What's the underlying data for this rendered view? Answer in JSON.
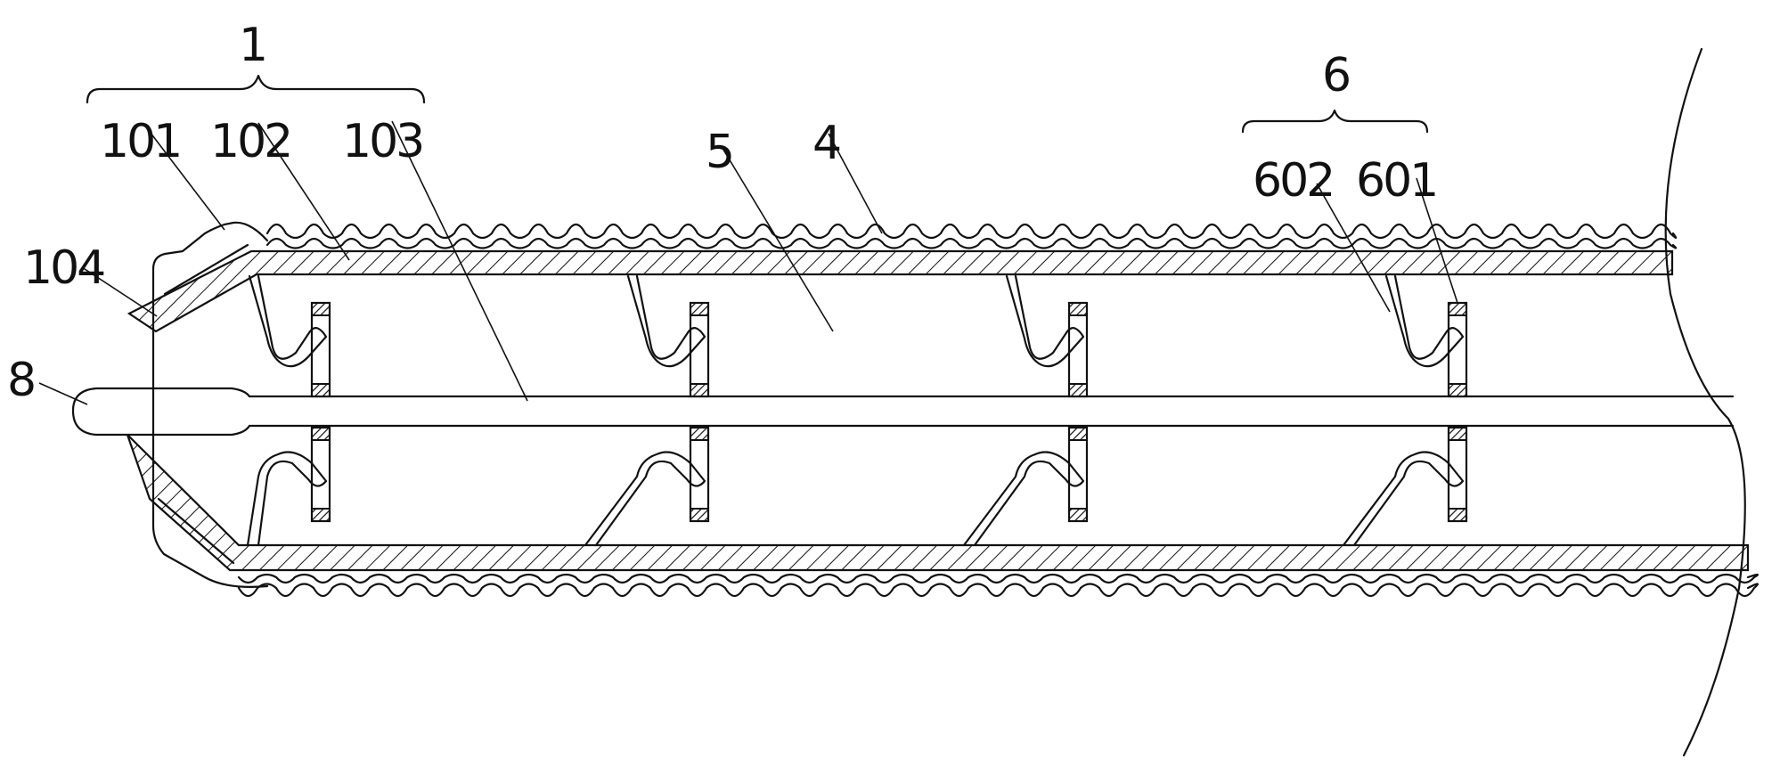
{
  "figure": {
    "labels": {
      "assembly": "1",
      "nose_outer": "101",
      "nose_wall": "102",
      "core_rod": "103",
      "end_cap": "104",
      "chamber": "5",
      "corrugated_shell": "4",
      "hook_unit": "6",
      "hook": "602",
      "disc": "601",
      "tip": "8"
    }
  }
}
